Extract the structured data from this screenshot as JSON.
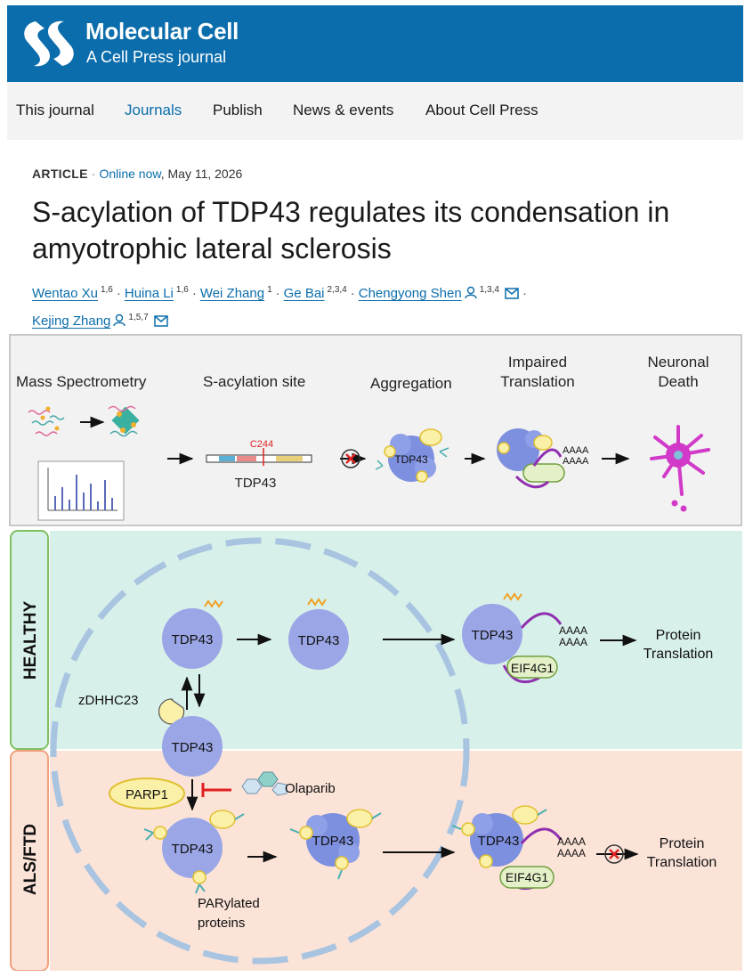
{
  "header": {
    "journal_title": "Molecular Cell",
    "journal_subtitle": "A Cell Press journal",
    "brand_color": "#0b6dab"
  },
  "nav": {
    "items": [
      {
        "label": "This journal",
        "active": false
      },
      {
        "label": "Journals",
        "active": true
      },
      {
        "label": "Publish",
        "active": false
      },
      {
        "label": "News & events",
        "active": false
      },
      {
        "label": "About Cell Press",
        "active": false
      }
    ]
  },
  "article": {
    "type": "ARTICLE",
    "status": "Online now",
    "date": ", May 11, 2026",
    "title": "S-acylation of TDP43 regulates its condensation in amyotrophic lateral sclerosis",
    "authors": [
      {
        "name": "Wentao Xu",
        "aff": "1,6"
      },
      {
        "name": "Huina Li",
        "aff": "1,6"
      },
      {
        "name": "Wei Zhang",
        "aff": "1"
      },
      {
        "name": "Ge Bai",
        "aff": "2,3,4"
      },
      {
        "name": "Chengyong Shen",
        "aff": "1,3,4"
      },
      {
        "name": "Kejing Zhang",
        "aff": "1,5,7"
      }
    ]
  },
  "figure": {
    "top_panel": {
      "step1": "Mass Spectrometry",
      "step2": "S-acylation site",
      "step3": "Aggregation",
      "step4_line1": "Impaired",
      "step4_line2": "Translation",
      "step5_line1": "Neuronal",
      "step5_line2": "Death",
      "site_label": "C244",
      "protein_label": "TDP43",
      "aggregate_label": "TDP43",
      "polyA_1": "AAAA",
      "polyA_2": "AAAA"
    },
    "healthy_panel": {
      "label": "HEALTHY",
      "tdp_a": "TDP43",
      "tdp_b": "TDP43",
      "tdp_c": "TDP43",
      "tdp_d": "TDP43",
      "enzyme": "zDHHC23",
      "eif": "EIF4G1",
      "polyA_1": "AAAA",
      "polyA_2": "AAAA",
      "outcome_line1": "Protein",
      "outcome_line2": "Translation"
    },
    "als_panel": {
      "label": "ALS/FTD",
      "parp": "PARP1",
      "drug": "Olaparib",
      "tdp_a": "TDP43",
      "tdp_b": "TDP43",
      "tdp_c": "TDP43",
      "eif": "EIF4G1",
      "polyA_1": "AAAA",
      "polyA_2": "AAAA",
      "outcome_line1": "Protein",
      "outcome_line2": "Translation",
      "par_line1": "PARylated",
      "par_line2": "proteins"
    },
    "colors": {
      "top_bg": "#f2f2f2",
      "healthy_bg": "#d8f0ea",
      "als_bg": "#fbe3d8",
      "protein_fill": "#9aa6e6",
      "aggregate_fill": "#7d8fdf",
      "yellow": "#fbf0a8",
      "neuron": "#d13ac8",
      "green_label": "#80c060",
      "als_label": "#f2a07e"
    }
  }
}
